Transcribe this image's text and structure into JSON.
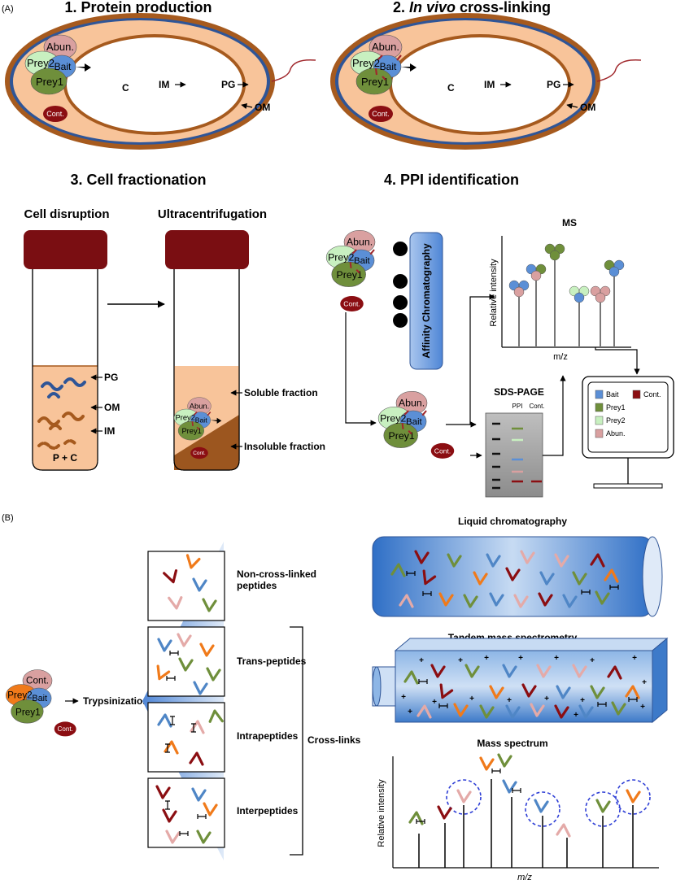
{
  "panelA": {
    "label": "(A)",
    "steps": [
      "1. Protein production",
      "In vivo",
      " cross-linking",
      "3. Cell fractionation",
      "4. PPI identification"
    ],
    "step2_number": "2. ",
    "cell": {
      "cytoplasm": "C",
      "inner_membrane": "IM",
      "peptidoglycan": "PG",
      "outer_membrane": "OM"
    },
    "proteins": {
      "abundant": "Abun.",
      "bait": "Bait",
      "prey1": "Prey1",
      "prey2": "Prey2",
      "contaminant": "Cont."
    },
    "fractionation": {
      "disruption": "Cell disruption",
      "ultracentrifugation": "Ultracentrifugation",
      "pg": "PG",
      "om": "OM",
      "im": "IM",
      "pc": "P + C",
      "soluble": "Soluble fraction",
      "insoluble": "Insoluble fraction"
    },
    "ppi": {
      "affinity": "Affinity Chromatography",
      "ms": "MS",
      "ylabel": "Relative intensity",
      "xlabel": "m/z",
      "sdspage": "SDS-PAGE",
      "lane_ppi": "PPI",
      "lane_cont": "Cont.",
      "legend": [
        "Bait",
        "Cont.",
        "Prey1",
        "Prey2",
        "Abun."
      ]
    }
  },
  "panelB": {
    "label": "(B)",
    "trypsinization": "Trypsinization",
    "boxes": [
      "Non-cross-linked\npeptides",
      "Trans-peptides",
      "Intrapeptides",
      "Interpeptides"
    ],
    "crosslinks": "Cross-links",
    "lc": "Liquid chromatography",
    "msms": "Tandem mass spectrometry",
    "spectrum": "Mass spectrum",
    "ylabel": "Relative intensity",
    "xlabel": "m/z"
  },
  "colors": {
    "bait": "#5b8fd6",
    "prey1": "#6f8f3b",
    "prey2": "#c8f0c0",
    "abun": "#d9a0a0",
    "cont": "#8b0e12",
    "cyto": "#f8c49a",
    "membrane_brown": "#a65a1e",
    "membrane_blue": "#2f5597",
    "pep_orange": "#f07a1a",
    "pep_blue": "#4f86c6",
    "pep_pink": "#e4aaa8",
    "pep_green": "#6f8f3b",
    "pep_red": "#8b0e12"
  }
}
